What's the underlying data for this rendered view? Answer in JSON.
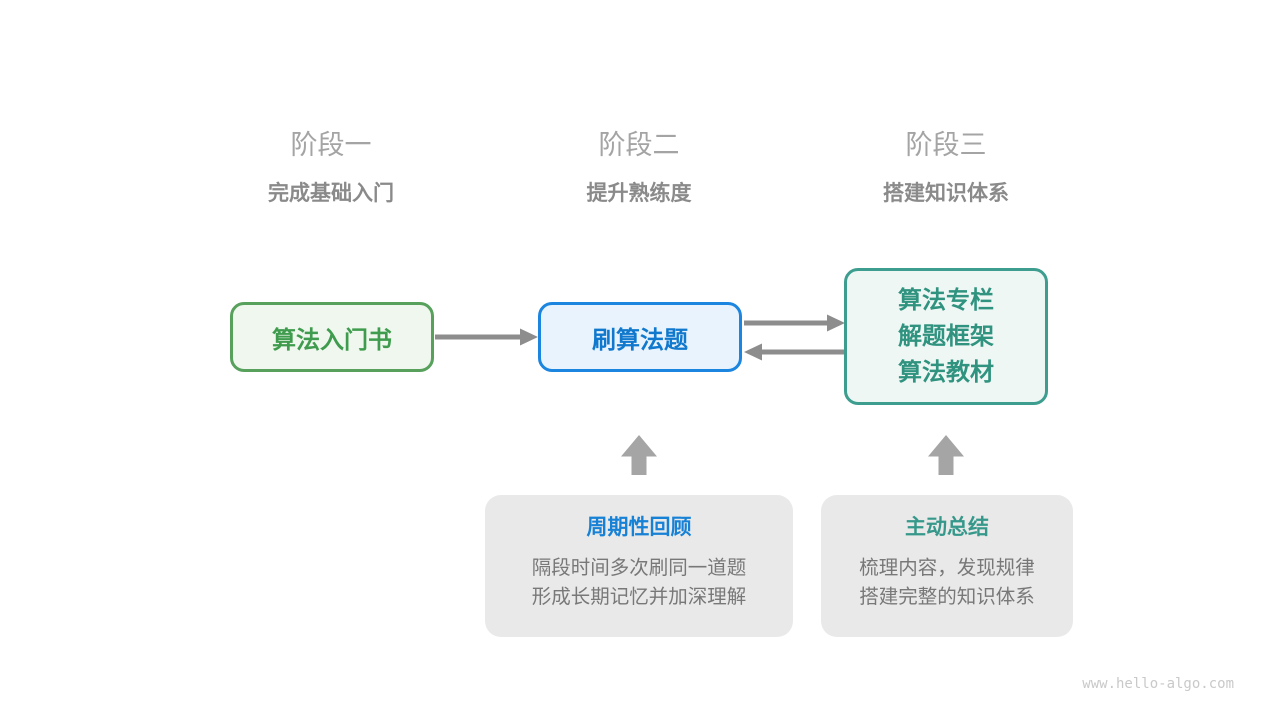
{
  "stages": [
    {
      "label": "阶段一",
      "subtitle": "完成基础入门"
    },
    {
      "label": "阶段二",
      "subtitle": "提升熟练度"
    },
    {
      "label": "阶段三",
      "subtitle": "搭建知识体系"
    }
  ],
  "nodes": {
    "intro_book": {
      "label": "算法入门书"
    },
    "practice": {
      "label": "刷算法题"
    },
    "resources": {
      "lines": [
        "算法专栏",
        "解题框架",
        "算法教材"
      ]
    }
  },
  "notes": [
    {
      "title": "周期性回顾",
      "line1": "隔段时间多次刷同一道题",
      "line2": "形成长期记忆并加深理解"
    },
    {
      "title": "主动总结",
      "line1": "梳理内容，发现规律",
      "line2": "搭建完整的知识体系"
    }
  ],
  "watermark": "www.hello-algo.com",
  "colors": {
    "green_border": "#57a15d",
    "green_text": "#3f9c4e",
    "green_bg": "#f0f7ee",
    "blue_border": "#1b85e0",
    "blue_text": "#1179cd",
    "blue_bg": "#e9f3fd",
    "teal_border": "#3d9e90",
    "teal_text": "#30937f",
    "teal_bg": "#eff7f5",
    "note_bg": "#e9e9e9",
    "note_title_blue": "#1781d6",
    "note_title_teal": "#35988a",
    "arrow_gray": "#8d8d8d",
    "block_arrow_gray": "#a5a5a5",
    "note_body_gray": "#787878",
    "stage_label_gray": "#a4a4a4",
    "stage_subtitle_gray": "#8a8a8a",
    "watermark_gray": "#c9c9c9"
  }
}
